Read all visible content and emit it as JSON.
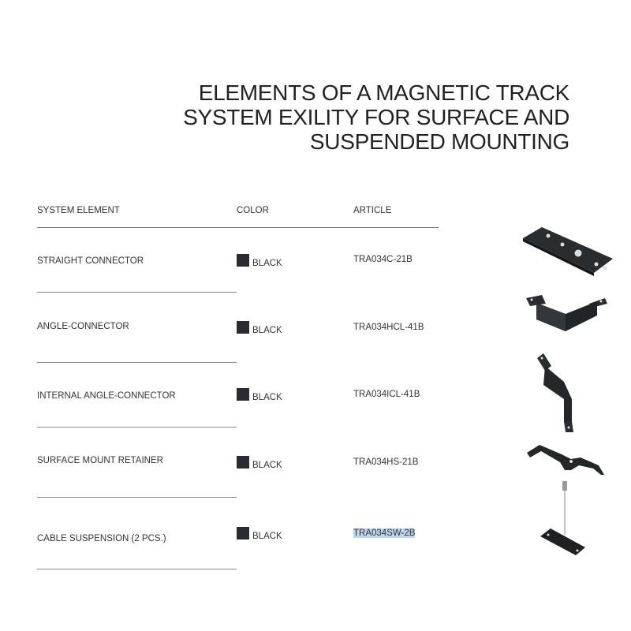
{
  "title_lines": [
    "ELEMENTS OF A MAGNETIC TRACK",
    "SYSTEM EXILITY FOR SURFACE AND",
    "SUSPENDED MOUNTING"
  ],
  "headers": {
    "element": "SYSTEM ELEMENT",
    "color": "COLOR",
    "article": "ARTICLE"
  },
  "rows": [
    {
      "element": "STRAIGHT CONNECTOR",
      "color": "BLACK",
      "article": "TRA034C-21B",
      "icon": "straight-connector"
    },
    {
      "element": "ANGLE-CONNECTOR",
      "color": "BLACK",
      "article": "TRA034HCL-41B",
      "icon": "angle-connector"
    },
    {
      "element": "INTERNAL ANGLE-CONNECTOR",
      "color": "BLACK",
      "article": "TRA034ICL-41B",
      "icon": "internal-angle-connector"
    },
    {
      "element": "SURFACE MOUNT RETAINER",
      "color": "BLACK",
      "article": "TRA034HS-21B",
      "icon": "surface-mount-retainer"
    },
    {
      "element": "CABLE SUSPENSION (2 PCS.)",
      "color": "BLACK",
      "article": "TRA034SW-2B",
      "icon": "cable-suspension",
      "selected": true
    }
  ],
  "colors": {
    "swatch": "#2b2c33",
    "selection": "#bcd6f2"
  }
}
